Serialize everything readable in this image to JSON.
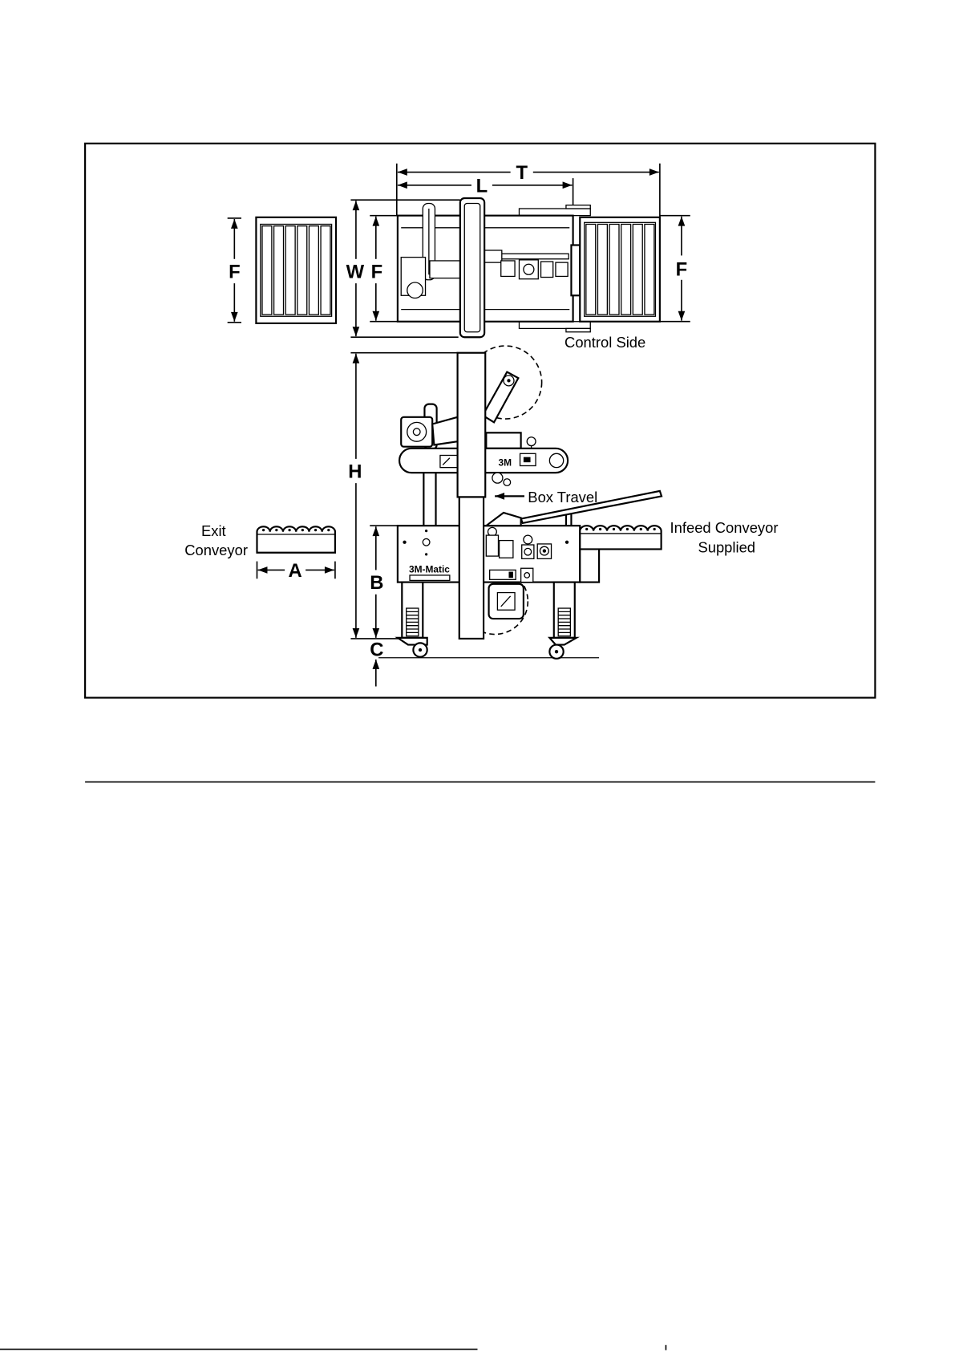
{
  "diagram": {
    "dimension_labels": {
      "t": "T",
      "l": "L",
      "w": "W",
      "f_left": "F",
      "f_middle": "F",
      "f_right": "F",
      "h": "H",
      "a": "A",
      "b": "B",
      "c": "C"
    },
    "callouts": {
      "control_side": "Control Side",
      "box_travel": "Box Travel",
      "exit_conveyor": [
        "Exit",
        "Conveyor"
      ],
      "infeed_conveyor": [
        "Infeed Conveyor",
        "Supplied"
      ]
    },
    "machine_markings": {
      "head_logo": "3M",
      "body_logo": "3M-Matic"
    }
  },
  "colors": {
    "ink": "#000000",
    "paper": "#ffffff"
  }
}
